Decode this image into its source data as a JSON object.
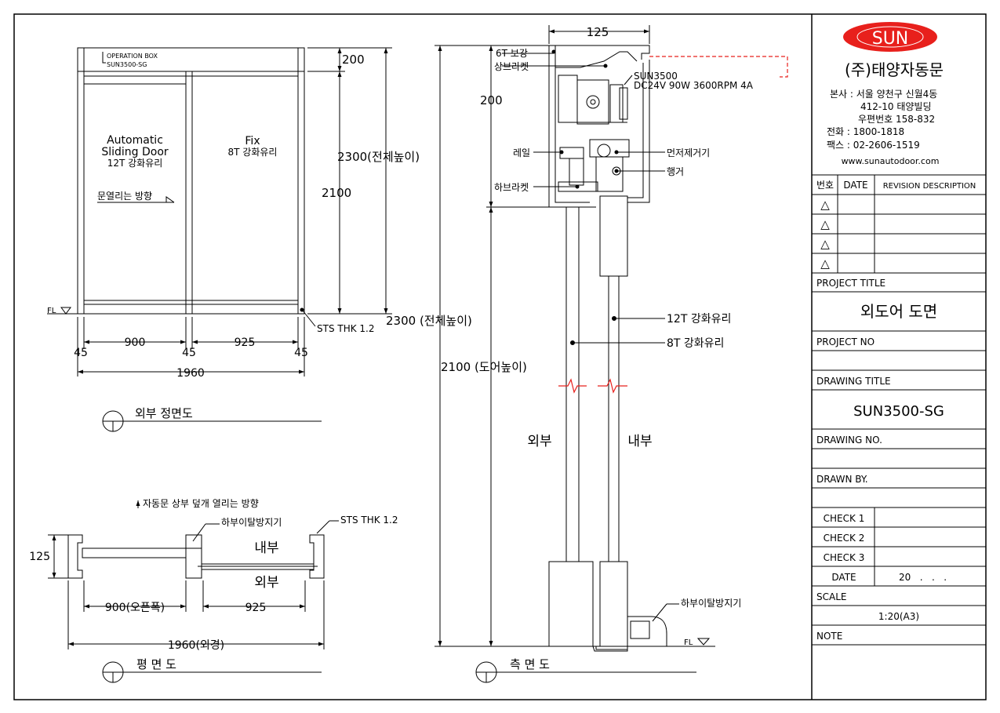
{
  "title_block": {
    "logo_text": "SUN",
    "company": "(주)태양자동문",
    "address": [
      "본사 : 서울 양천구 신월4동",
      "412-10 태양빌딩",
      "우편번호 158-832",
      "전화 : 1800-1818",
      "팩스 : 02-2606-1519",
      "www.sunautodoor.com"
    ],
    "revision_headers": [
      "번호",
      "DATE",
      "REVISION DESCRIPTION"
    ],
    "revision_mark": "△",
    "project_title_label": "PROJECT TITLE",
    "project_title": "외도어 도면",
    "project_no_label": "PROJECT NO",
    "drawing_title_label": "DRAWING TITLE",
    "drawing_title": "SUN3500-SG",
    "drawing_no_label": "DRAWING NO.",
    "drawn_by_label": "DRAWN BY.",
    "check_labels": [
      "CHECK 1",
      "CHECK 2",
      "CHECK 3"
    ],
    "date_label": "DATE",
    "date_value": "20   .   .   .",
    "scale_label": "SCALE",
    "scale_value": "1:20(A3)",
    "note_label": "NOTE"
  },
  "front_view": {
    "operation_box": [
      "OPERATION BOX",
      "SUN3500-SG"
    ],
    "auto_door": [
      "Automatic",
      "Sliding Door",
      "12T 강화유리"
    ],
    "fix_panel": [
      "Fix",
      "8T 강화유리"
    ],
    "open_direction": "문열리는 방향",
    "dim_200": "200",
    "dim_2300": "2300(전체높이)",
    "dim_2100": "2100",
    "fl_label": "FL",
    "sts_label": "STS THK 1.2",
    "widths": [
      "45",
      "900",
      "45",
      "925",
      "45"
    ],
    "overall_width": "1960",
    "view_title": "외부 정면도"
  },
  "plan_view": {
    "note": "자동문 상부 덮개 열리는 방향",
    "dim_125": "125",
    "anti_fall": "하부이탈방지기",
    "sts_label": "STS THK 1.2",
    "inside": "내부",
    "outside": "외부",
    "dim_900": "900(오픈폭)",
    "dim_925": "925",
    "overall": "1960(외경)",
    "view_title": "평 면 도"
  },
  "side_view": {
    "dim_125": "125",
    "cover": "6T 보강",
    "upper_bracket": "상브라켓",
    "motor": [
      "SUN3500",
      "DC24V 90W 3600RPM 4A"
    ],
    "dim_200": "200",
    "rail": "레일",
    "dust": "먼저제거기",
    "hanger": "행거",
    "lower_bracket": "하브라켓",
    "dim_2300": "2300 (전체높이)",
    "dim_2100": "2100 (도어높이)",
    "glass_12": "12T 강화유리",
    "glass_8": "8T 강화유리",
    "outside": "외부",
    "inside": "내부",
    "anti_fall": "하부이탈방지기",
    "fl_label": "FL",
    "view_title": "측 면 도"
  },
  "colors": {
    "logo_red": "#e8201c",
    "break_red": "#e8201c",
    "dashed_red": "#e8201c"
  }
}
